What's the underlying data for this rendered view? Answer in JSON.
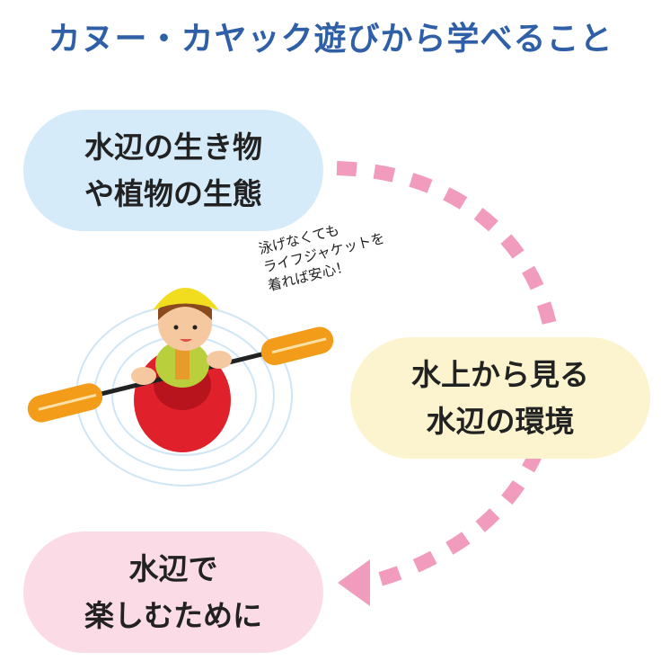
{
  "title": "カヌー・カヤック遊びから学べること",
  "boxes": {
    "top": {
      "line1": "水辺の生き物",
      "line2": "や植物の生態"
    },
    "middle": {
      "line1": "水上から見る",
      "line2": "水辺の環境"
    },
    "bottom": {
      "line1": "水辺で",
      "line2": "楽しむために"
    }
  },
  "note": {
    "line1": "泳げなくても",
    "line2": "ライフジャケットを",
    "line3": "着れば安心！"
  },
  "colors": {
    "title": "#2f5fa6",
    "blue_box": "#d6ebf9",
    "yellow_box": "#fbf4cf",
    "pink_box": "#fadbe6",
    "dashed_arrow": "#f19bbd",
    "kayak": "#e0202a",
    "paddle": "#f39c1a",
    "helmet": "#f2dc1e"
  }
}
